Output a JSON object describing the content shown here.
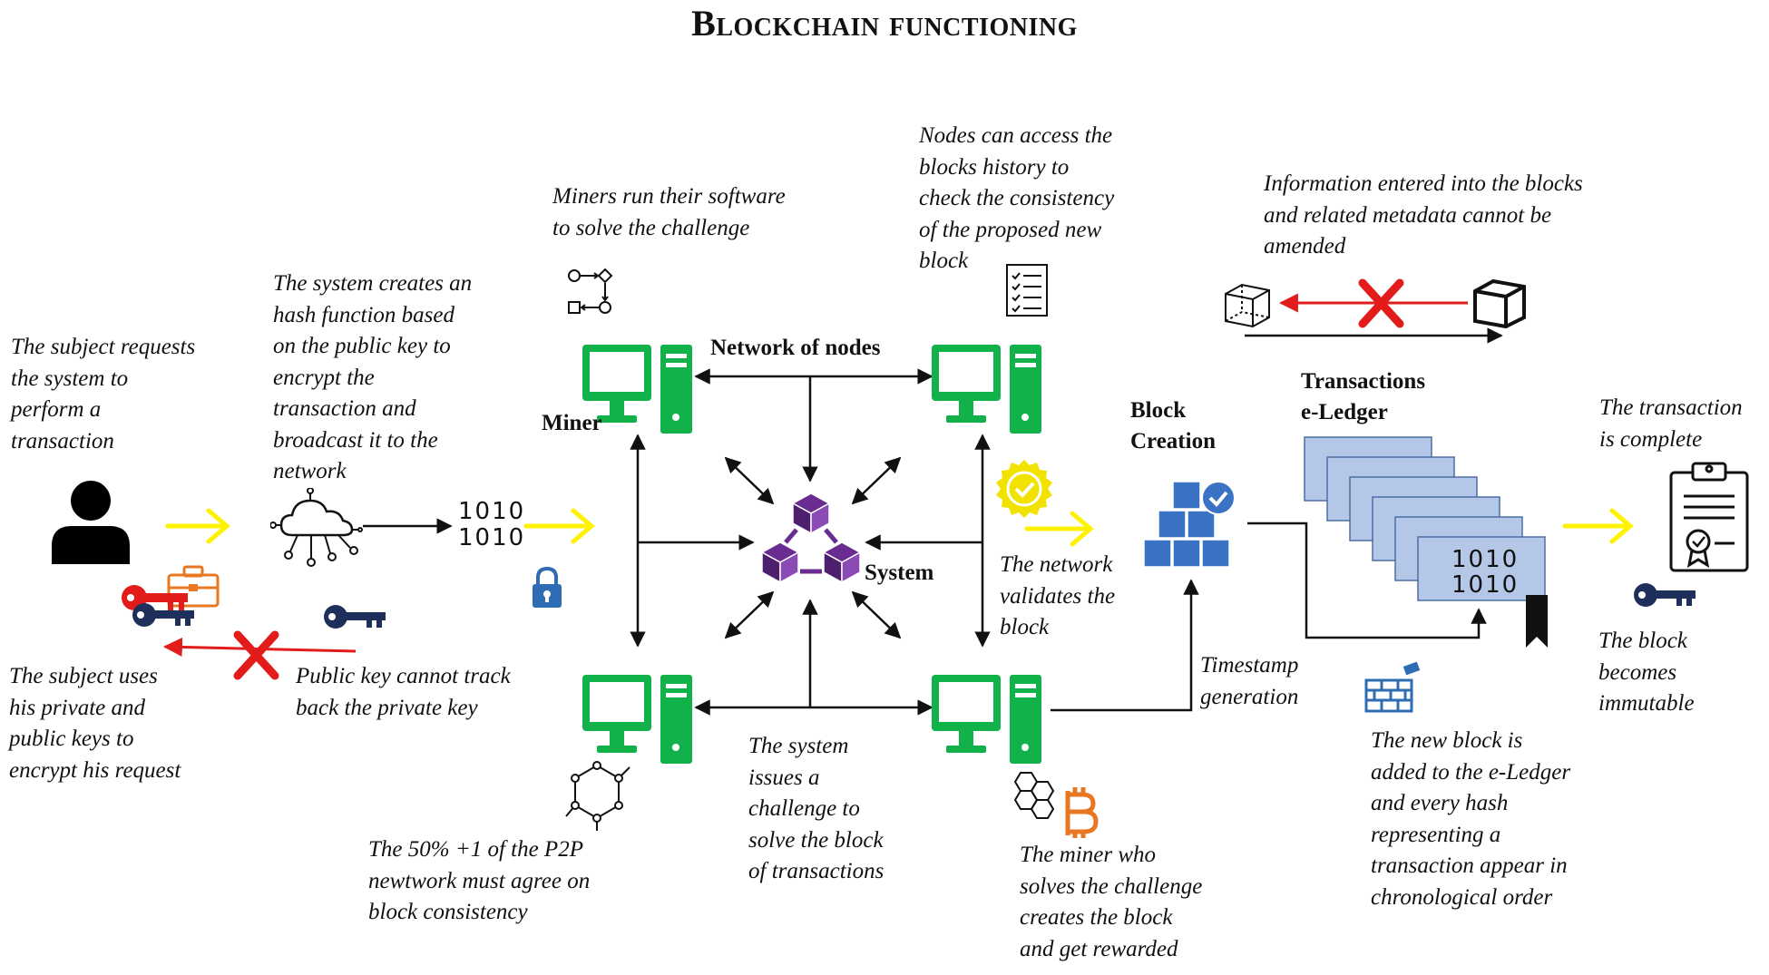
{
  "title": "Blockchain functioning",
  "labels": {
    "network_of_nodes": "Network of nodes",
    "miner": "Miner",
    "system": "System",
    "block_creation": [
      "Block",
      "Creation"
    ],
    "transactions_ledger": [
      "Transactions",
      "e-Ledger"
    ]
  },
  "captions": {
    "subject_requests": [
      "The subject requests",
      "the system to",
      "perform a",
      "transaction"
    ],
    "hash_function": [
      "The system creates an",
      "hash function based",
      "on the public key to",
      "encrypt the",
      "transaction and",
      "broadcast it to the",
      "network"
    ],
    "miners_run": [
      "Miners run their software",
      "to solve the challenge"
    ],
    "nodes_access": [
      "Nodes can access the",
      "blocks history to",
      "check the consistency",
      "of the proposed new",
      "block"
    ],
    "information_entered": [
      "Information entered into the blocks",
      "and related metadata cannot be",
      "amended"
    ],
    "transaction_complete": [
      "The transaction",
      "is complete"
    ],
    "subject_uses_keys": [
      "The subject uses",
      "his private and",
      "public keys to",
      "encrypt his request"
    ],
    "public_key_cannot": [
      "Public key cannot track",
      "back the private key"
    ],
    "network_validates": [
      "The network",
      "validates the",
      "block"
    ],
    "timestamp": [
      "Timestamp",
      "generation"
    ],
    "block_immutable": [
      "The block",
      "becomes",
      "immutable"
    ],
    "new_block_added": [
      "The new block is",
      "added to the e-Ledger",
      "and every hash",
      "representing a",
      "transaction appear in",
      "chronological order"
    ],
    "system_issues": [
      "The system",
      "issues a",
      "challenge to",
      "solve the block",
      "of transactions"
    ],
    "p2p_agree": [
      "The 50% +1 of  the P2P",
      "newtwork must agree on",
      "block consistency"
    ],
    "miner_solves": [
      "The miner who",
      "solves the challenge",
      "creates the block",
      "and get rewarded"
    ]
  },
  "binary_text": [
    "1010",
    "1010"
  ],
  "icons": {
    "user": "user-icon",
    "cloud": "cloud-network-icon",
    "lock": "padlock-icon",
    "private_key": "red-key-icon",
    "public_key": "navy-key-icon",
    "briefcase": "briefcase-icon",
    "computer": "desktop-computer-icon",
    "blockchain": "blockchain-cubes-icon",
    "badge": "verified-badge-icon",
    "blocks": "stacked-blocks-check-icon",
    "certificate": "certificate-icon",
    "bitcoin": "bitcoin-icon",
    "wall": "brick-wall-icon",
    "checklist": "checklist-icon",
    "flowchart": "flowchart-icon",
    "p2p_network": "network-graph-icon",
    "cube": "cube-icon",
    "cross": "red-cross-icon",
    "bookmark": "bookmark-icon"
  },
  "colors": {
    "computer_green": "#12B24A",
    "blockchain_purple": "#6A2C91",
    "arrow_yellow": "#FFF200",
    "cross_red": "#E21B1B",
    "key_navy": "#1F2F5C",
    "ledger_blue": "#B4C7E7",
    "blocks_blue": "#3B73C4",
    "badge_yellow": "#F2E200",
    "bitcoin_orange": "#E87722"
  }
}
